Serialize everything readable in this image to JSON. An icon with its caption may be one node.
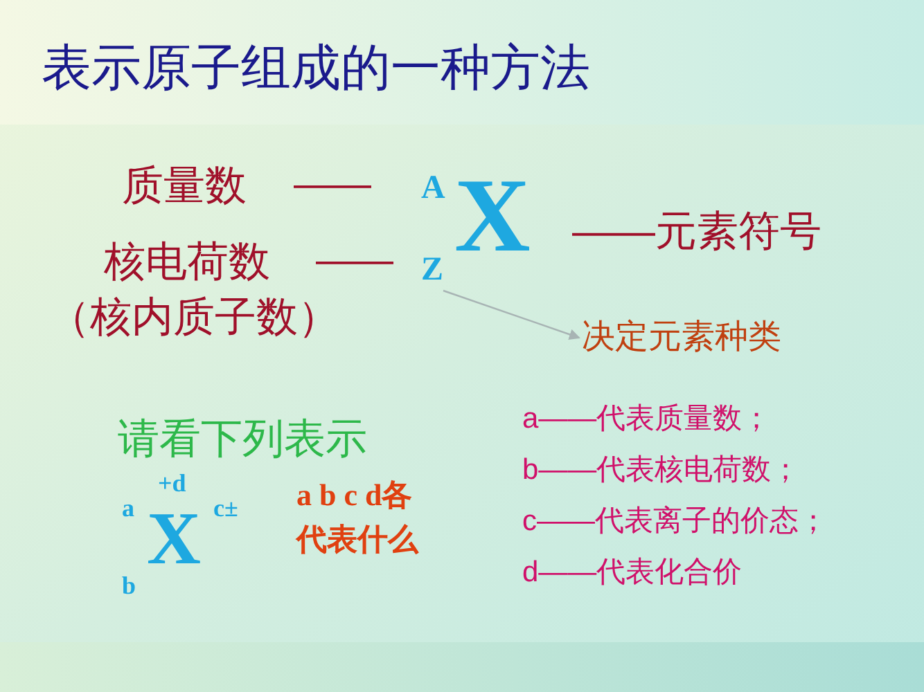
{
  "diagram": {
    "title": "表示原子组成的一种方法",
    "nodes": [
      {
        "text": [
          "Z"
        ]
      },
      {
        "text": [
          "决定元素种类"
        ]
      }
    ],
    "edges": [
      {
        "from": 0,
        "to": 1,
        "arrow": "to",
        "color": "#a8b4b4"
      }
    ],
    "labels": [
      "质量数",
      "——",
      "A",
      "X",
      "核电荷数",
      "——",
      "（核内质子数）",
      "——元素符号",
      "请看下列表示",
      "+d",
      "a",
      "X",
      "c±",
      "b",
      "a b c d各代表什么",
      "a——代表质量数；",
      "b——代表核电荷数；",
      "c——代表离子的价态；",
      "d——代表化合价"
    ]
  }
}
